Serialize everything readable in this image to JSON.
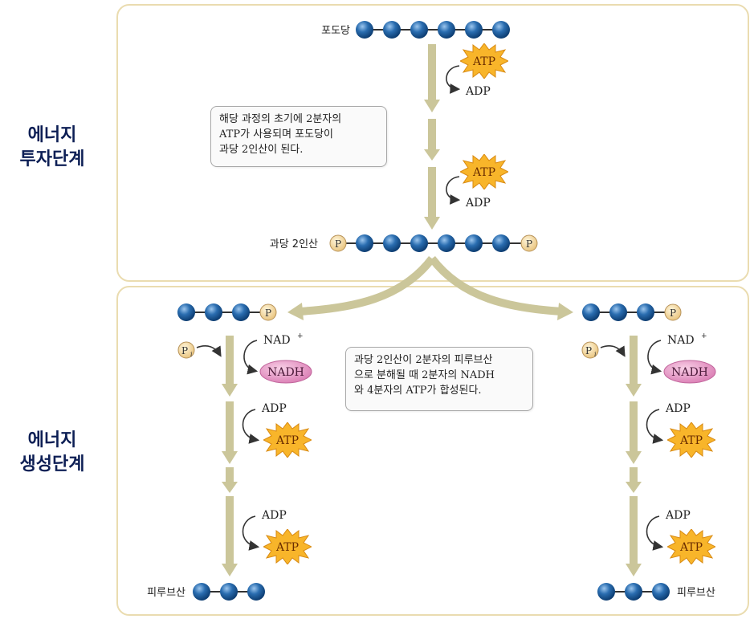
{
  "phases": {
    "investment": {
      "line1": "에너지",
      "line2": "투자단계"
    },
    "payoff": {
      "line1": "에너지",
      "line2": "생성단계"
    }
  },
  "molecules": {
    "glucose": "포도당",
    "fructose_bisphosphate": "과당 2인산",
    "pyruvate_left": "피루브산",
    "pyruvate_right": "피루브산"
  },
  "notes": {
    "investment": [
      "해당 과정의 초기에 2분자의",
      "ATP가 사용되며 포도당이",
      "과당 2인산이 된다."
    ],
    "payoff": [
      "과당 2인산이 2분자의 피루브산",
      "으로 분해될 때 2분자의 NADH",
      "와 4분자의 ATP가 합성된다."
    ]
  },
  "chem": {
    "atp": "ATP",
    "adp": "ADP",
    "nad": "NAD",
    "nad_sup": "+",
    "nadh": "NADH",
    "phosphate": "P",
    "pi": "P",
    "pi_sub": "i"
  },
  "colors": {
    "bead": "#1d5b9a",
    "arrow": "#cbc69a",
    "panel_border": "#eadcb0",
    "phosphate": "#f6dca3",
    "atp_star": "#f7b52c",
    "nadh": "#e493c2",
    "phase_text": "#0d1f55"
  }
}
